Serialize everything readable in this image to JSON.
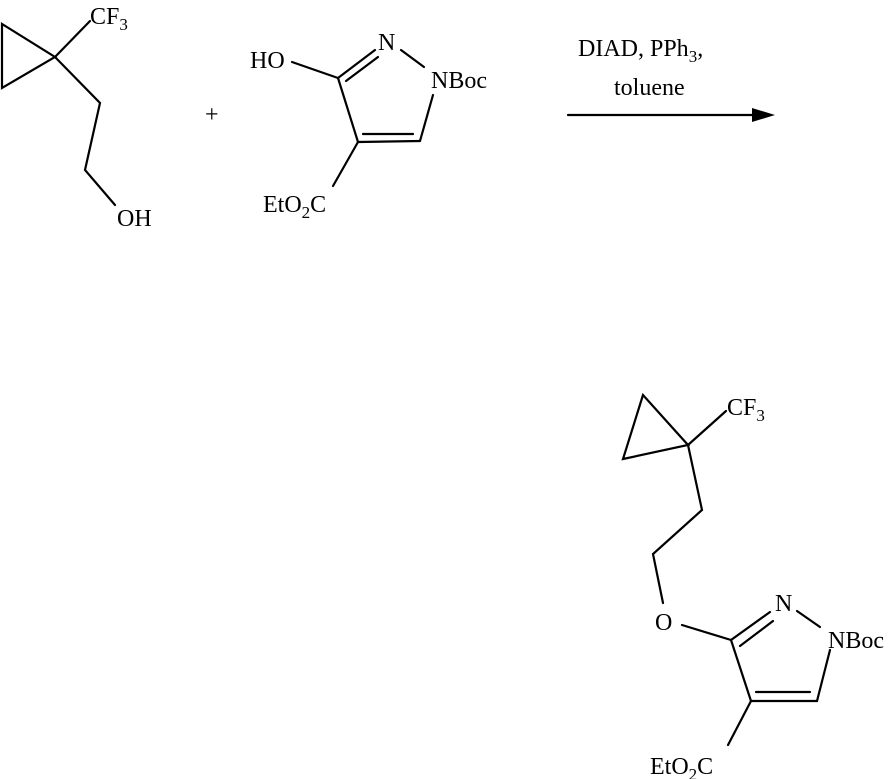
{
  "reactant1": {
    "cf_label": "CF",
    "cf_sub": "3",
    "oh_label": "OH"
  },
  "plus": "+",
  "reactant2": {
    "ho_label": "HO",
    "n_label": "N",
    "nboc_label": "NBoc",
    "ester_a": "EtO",
    "ester_sub": "2",
    "ester_b": "C"
  },
  "conditions": {
    "line1_a": "DIAD, PPh",
    "line1_sub": "3",
    "line1_b": ",",
    "line2": "toluene"
  },
  "product": {
    "cf_label": "CF",
    "cf_sub": "3",
    "o_label": "O",
    "n_label": "N",
    "nboc_label": "NBoc",
    "ester_a": "EtO",
    "ester_sub": "2",
    "ester_b": "C"
  }
}
